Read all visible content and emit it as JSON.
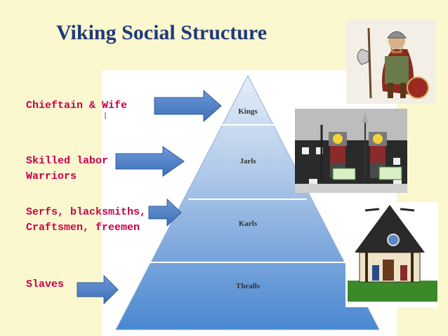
{
  "slide": {
    "title": "Viking Social Structure",
    "tiers": [
      {
        "left_label_lines": [
          "Chieftain & Wife"
        ],
        "pyramid_label": "Kings"
      },
      {
        "left_label_lines": [
          "Skilled labor",
          "Warriors"
        ],
        "pyramid_label": "Jarls"
      },
      {
        "left_label_lines": [
          "Serfs, blacksmiths,",
          "Craftsmen, freemen"
        ],
        "pyramid_label": "Karls"
      },
      {
        "left_label_lines": [
          "Slaves"
        ],
        "pyramid_label": "Thralls"
      }
    ],
    "colors": {
      "background": "#fbf8cf",
      "title": "#1f3a7a",
      "labels": "#c8004a",
      "arrow_fill": "#4f7ec4",
      "pyramid_top": "#dfe9f6",
      "pyramid_bottom": "#4a87d0"
    },
    "images": [
      "viking-warrior-illustration",
      "lego-viking-figures-photo",
      "lego-viking-house-photo"
    ]
  }
}
